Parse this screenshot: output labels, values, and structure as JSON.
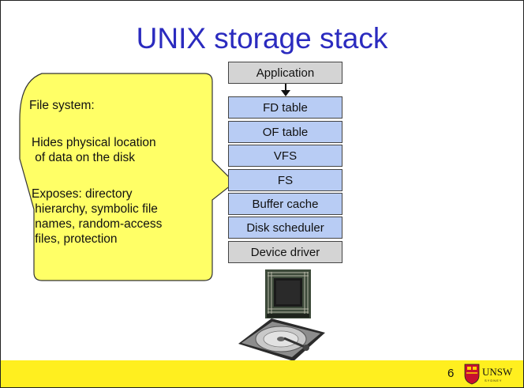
{
  "slide": {
    "title": "UNIX storage stack",
    "page_number": "6",
    "logo_text": "UNSW",
    "logo_subtext": "SYDNEY"
  },
  "stack": {
    "layers": [
      {
        "label": "Application",
        "color": "#d4d4d4"
      },
      {
        "label": "FD table",
        "color": "#b8ccf4"
      },
      {
        "label": "OF table",
        "color": "#b8ccf4"
      },
      {
        "label": "VFS",
        "color": "#b8ccf4"
      },
      {
        "label": "FS",
        "color": "#b8ccf4"
      },
      {
        "label": "Buffer cache",
        "color": "#b8ccf4"
      },
      {
        "label": "Disk scheduler",
        "color": "#b8ccf4"
      },
      {
        "label": "Device driver",
        "color": "#d4d4d4"
      }
    ]
  },
  "callout": {
    "heading": "File system:",
    "point1": "Hides physical location\n of data on the disk",
    "point2": "Exposes: directory\n hierarchy, symbolic file\n names, random-access\n files, protection",
    "fill_color": "#ffff66"
  },
  "images": {
    "chip": "disk-controller-chip",
    "disk": "hard-disk-drive"
  },
  "colors": {
    "title": "#2b2bbf",
    "footer": "#ffef1f"
  }
}
